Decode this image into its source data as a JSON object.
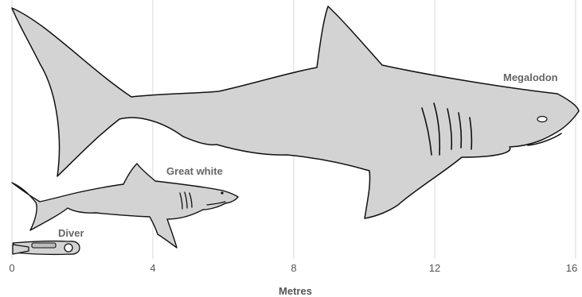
{
  "figure": {
    "axis": {
      "unit_label": "Metres",
      "ticks": [
        {
          "value": 0,
          "label": "0"
        },
        {
          "value": 4,
          "label": "4"
        },
        {
          "value": 8,
          "label": "8"
        },
        {
          "value": 12,
          "label": "12"
        },
        {
          "value": 16,
          "label": "16"
        }
      ]
    },
    "subjects": {
      "megalodon": {
        "label": "Megalodon"
      },
      "great_white": {
        "label": "Great white"
      },
      "diver": {
        "label": "Diver"
      }
    },
    "colors": {
      "fill": "#d3d3d3",
      "outline": "#111111",
      "gridline": "#d9d9d9",
      "label": "#666666"
    }
  }
}
